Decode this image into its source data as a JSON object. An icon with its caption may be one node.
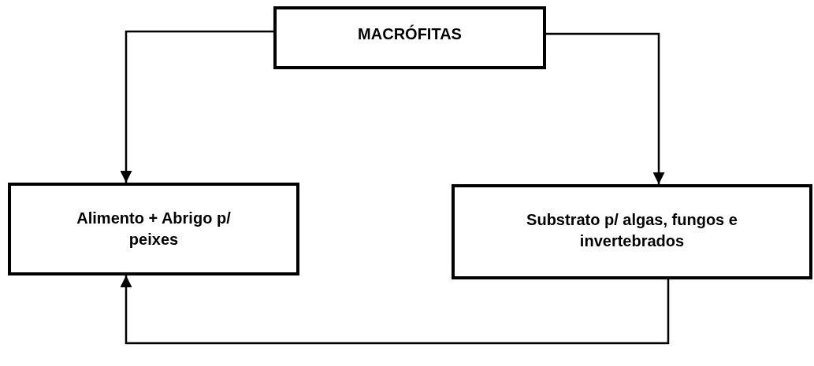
{
  "diagram": {
    "nodes": [
      {
        "text": [
          "MACRÓFITAS"
        ]
      },
      {
        "text": [
          "Alimento + Abrigo p/ peixes"
        ]
      },
      {
        "text": [
          "Substrato p/ algas, fungos e invertebrados"
        ]
      }
    ],
    "edges": [
      {
        "from": 0,
        "to": 1,
        "arrow": "to"
      },
      {
        "from": 0,
        "to": 2,
        "arrow": "to"
      },
      {
        "from": 2,
        "to": 1,
        "arrow": "to"
      }
    ]
  }
}
